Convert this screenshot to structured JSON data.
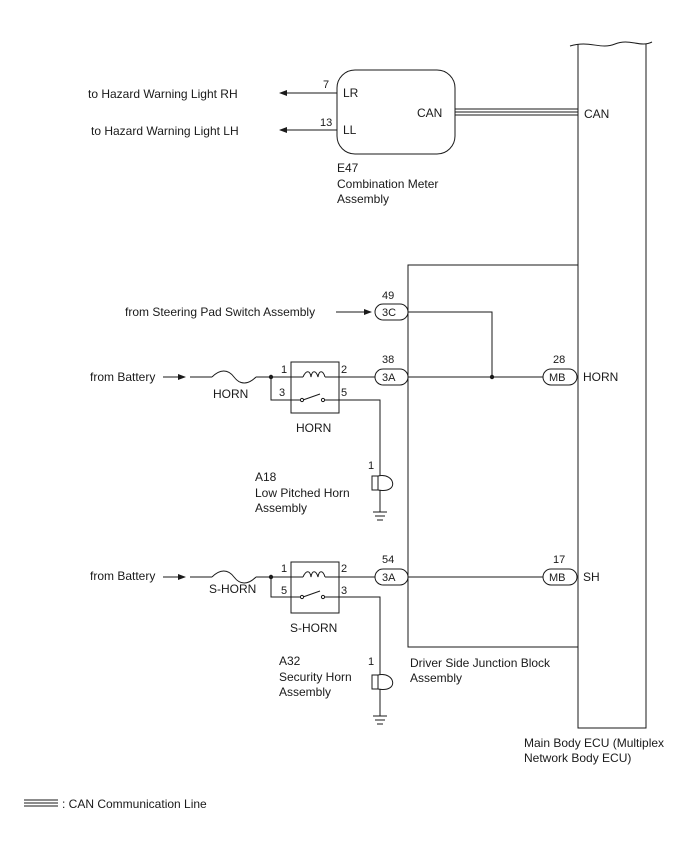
{
  "meter": {
    "id": "E47",
    "name_line1": "Combination Meter",
    "name_line2": "Assembly",
    "pin_lr": "LR",
    "pin_lr_num": "7",
    "pin_ll": "LL",
    "pin_ll_num": "13",
    "pin_can": "CAN",
    "to_rh": "to Hazard Warning Light RH",
    "to_lh": "to Hazard Warning Light LH"
  },
  "ecu": {
    "pin_can": "CAN",
    "pin_horn": "HORN",
    "pin_sh": "SH",
    "conn_horn": "MB",
    "conn_horn_num": "28",
    "conn_sh": "MB",
    "conn_sh_num": "17",
    "name_line1": "Main Body ECU (Multiplex",
    "name_line2": "Network Body ECU)"
  },
  "junction_block": {
    "name_line1": "Driver Side Junction Block",
    "name_line2": "Assembly",
    "conn_3c": "3C",
    "conn_3c_num": "49",
    "conn_3a_top": "3A",
    "conn_3a_top_num": "38",
    "conn_3a_bottom": "3A",
    "conn_3a_bottom_num": "54"
  },
  "inputs": {
    "steering": "from Steering Pad Switch Assembly",
    "battery1": "from Battery",
    "battery2": "from Battery"
  },
  "horn_circuit": {
    "fuse": "HORN",
    "relay": "HORN",
    "relay_pin1": "1",
    "relay_pin2": "2",
    "relay_pin3": "3",
    "relay_pin5": "5",
    "horn_id": "A18",
    "horn_pin": "1",
    "horn_line1": "Low Pitched Horn",
    "horn_line2": "Assembly"
  },
  "shorn_circuit": {
    "fuse": "S-HORN",
    "relay": "S-HORN",
    "relay_pin1": "1",
    "relay_pin2": "2",
    "relay_pin5": "5",
    "relay_pin3": "3",
    "horn_id": "A32",
    "horn_pin": "1",
    "horn_line1": "Security Horn",
    "horn_line2": "Assembly"
  },
  "legend": {
    "can_line": ": CAN Communication Line"
  }
}
